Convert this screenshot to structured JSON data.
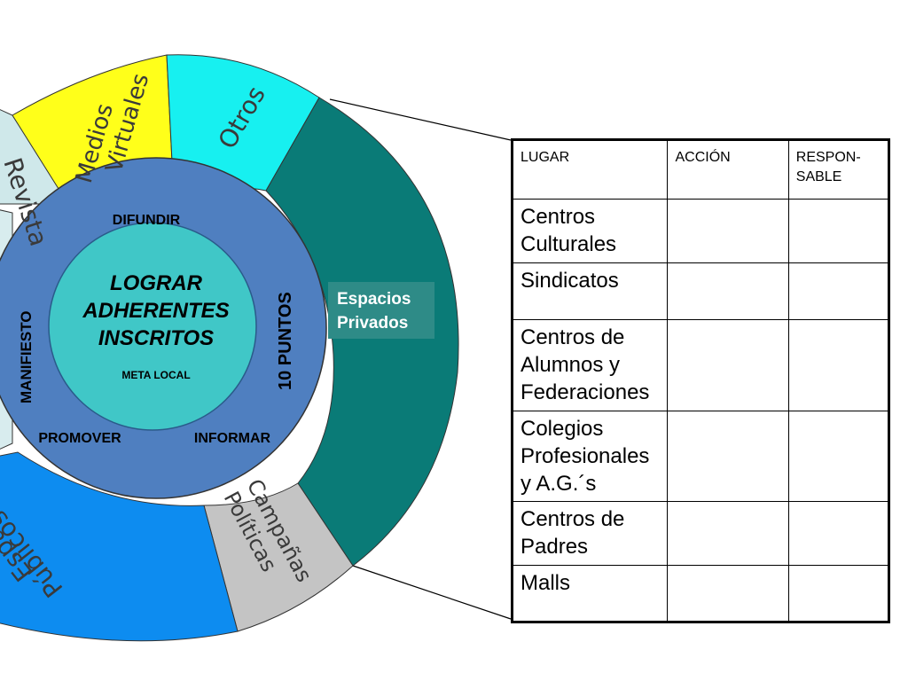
{
  "segments": {
    "revista": "Revista",
    "medios_line1": "Medios",
    "medios_line2": "Virtuales",
    "otros": "Otros",
    "espacios_privados_line1": "Espacios",
    "espacios_privados_line2": "Privados",
    "campanas_line1": "Campañas",
    "campanas_line2": "Políticas",
    "espacios_publicos_line1": "Espacios",
    "espacios_publicos_line2": "Públicos"
  },
  "ring": {
    "top": "DIFUNDIR",
    "left": "MANIFIESTO",
    "right": "10 PUNTOS",
    "bottom_left": "PROMOVER",
    "bottom_right": "INFORMAR"
  },
  "center": {
    "line1": "LOGRAR",
    "line2": "ADHERENTES",
    "line3": "INSCRITOS",
    "sub": "META LOCAL"
  },
  "table": {
    "headers": [
      "LUGAR",
      "ACCIÓN",
      "RESPON-",
      "SABLE"
    ],
    "rows": [
      [
        "Centros",
        "Culturales"
      ],
      [
        "Sindicatos"
      ],
      [
        "Centros de",
        "Alumnos y",
        "Federaciones"
      ],
      [
        "Colegios",
        "Profesionales",
        "y A.G.´s"
      ],
      [
        "Centros de",
        "Padres"
      ],
      [
        "Malls"
      ]
    ]
  },
  "colors": {
    "revista": "#cfe8ea",
    "medios": "#ffff1a",
    "otros": "#17f0f0",
    "privados": "#0a7b77",
    "campanas": "#c4c4c4",
    "publicos": "#0d8cf0",
    "ring": "#4f7fc0",
    "center": "#40c7c7"
  }
}
